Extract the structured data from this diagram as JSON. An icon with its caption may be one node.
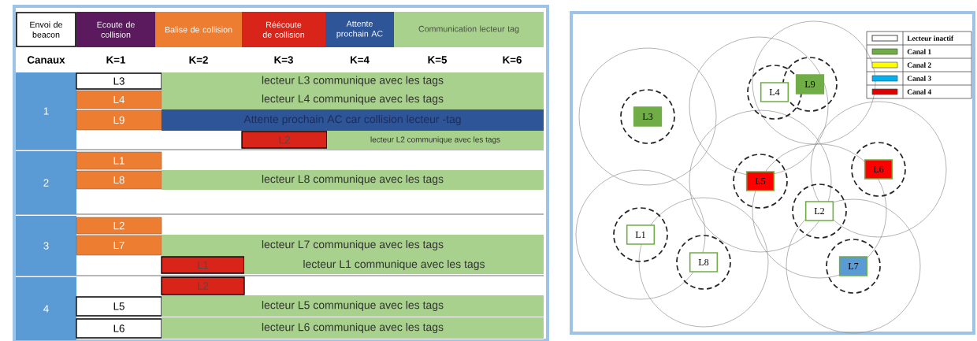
{
  "diagram": {
    "nodes": [
      {
        "text": [
          "L9"
        ]
      },
      {
        "text": [
          "L4"
        ]
      },
      {
        "text": [
          "L3"
        ]
      },
      {
        "text": [
          "L6"
        ]
      },
      {
        "text": [
          "L5"
        ]
      },
      {
        "text": [
          "L2"
        ]
      },
      {
        "text": [
          "L1"
        ]
      },
      {
        "text": [
          "L8"
        ]
      },
      {
        "text": [
          "L7"
        ]
      }
    ],
    "labels": [
      "Canaux",
      "K=1",
      "K=2",
      "K=3",
      "K=4",
      "K=5",
      "K=6",
      "1",
      "L3",
      "lecteur L3 communique avec les tags",
      "L4",
      "lecteur L4 communique avec les tags",
      "L9",
      "Attente prochain AC car collision lecteur -tag",
      "L2",
      "lecteur L2 communique avec les tags",
      "2",
      "L1",
      "L8",
      "lecteur L8 communique avec les tags",
      "3",
      "L2",
      "L7",
      "lecteur L7 communique avec les tags",
      "L1",
      "lecteur L1 communique avec les tags",
      "4",
      "L2",
      "L5",
      "lecteur L5 communique avec les tags",
      "L6",
      "lecteur L6 communique avec les tags"
    ],
    "legend": [
      {
        "text": "Envoi de beacon"
      },
      {
        "text": "Ecoute de collision",
        "color": "#5b1a5e"
      },
      {
        "text": "Balise de collision",
        "color": "#ed7d31"
      },
      {
        "text": "Réécoute de collision",
        "color": "#d9241a"
      },
      {
        "text": "Attente prochain AC",
        "color": "#2e5597"
      },
      {
        "text": "Communication lecteur tag",
        "color": "#a9d18e"
      },
      {
        "text": "Lecteur inactif"
      },
      {
        "text": "Canal 1",
        "color": "#70ad47"
      },
      {
        "text": "Canal 2",
        "color": "#ffff00"
      },
      {
        "text": "Canal 3",
        "color": "#00b0f0"
      },
      {
        "text": "Canal 4",
        "color": "#e00000"
      }
    ]
  }
}
